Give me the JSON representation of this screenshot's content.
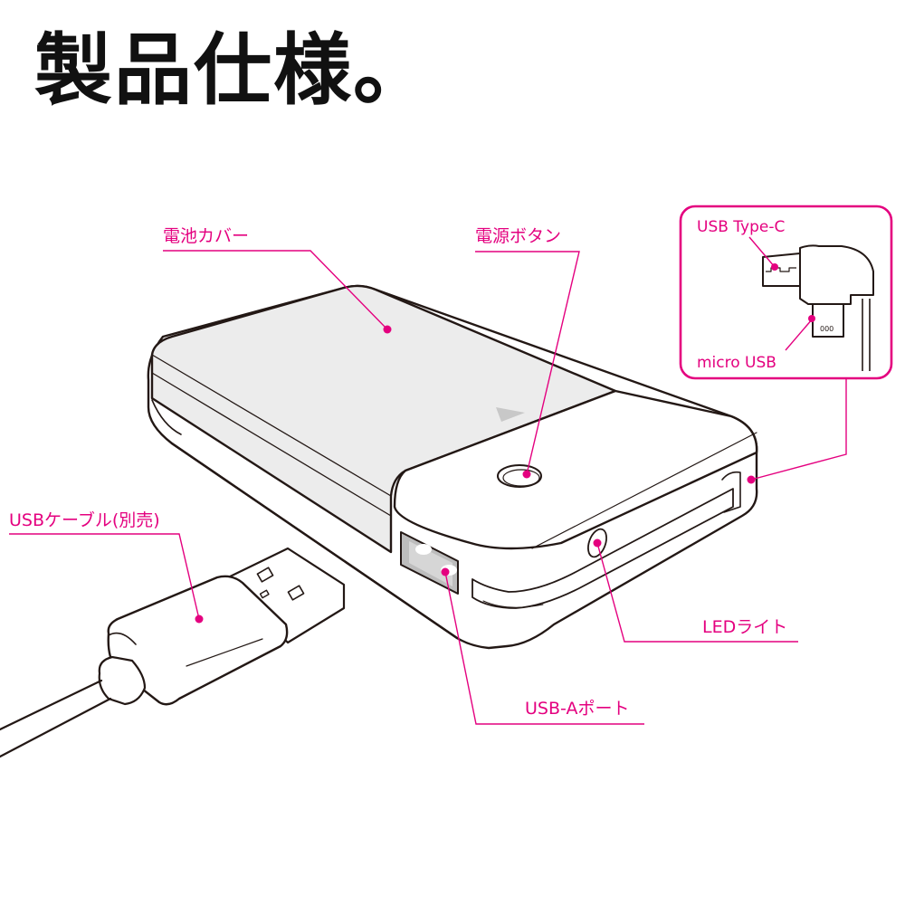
{
  "title": "製品仕様。",
  "colors": {
    "accent": "#e4007f",
    "outline": "#231815",
    "cover_fill": "#ececec",
    "body_fill": "#ffffff",
    "port_fill": "#bdbdbd"
  },
  "labels": {
    "battery_cover": "電池カバー",
    "power_button": "電源ボタン",
    "usb_cable": "USBケーブル(別売)",
    "led_light": "LEDライト",
    "usb_a_port": "USB-Aポート"
  },
  "inset": {
    "type_c": "USB Type-C",
    "micro_usb": "micro USB",
    "micro_usb_pins": "000"
  }
}
